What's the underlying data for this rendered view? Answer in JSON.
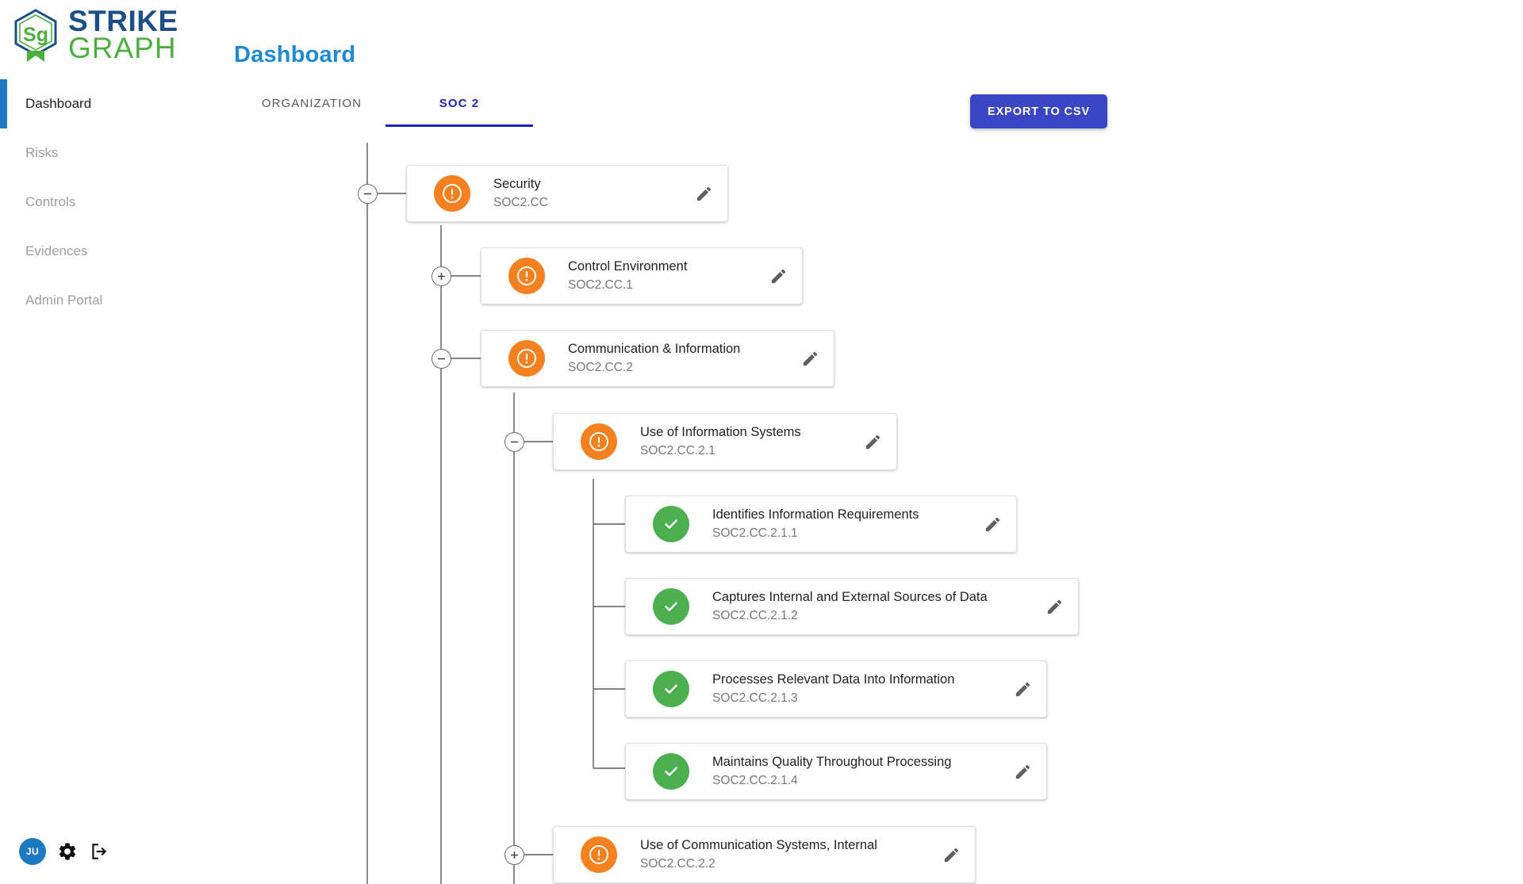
{
  "brand": {
    "name_line1": "STRIKE",
    "name_line2": "GRAPH",
    "monogram": "Sg",
    "color_blue": "#1b4f86",
    "color_green": "#4caf3f"
  },
  "sidebar": {
    "items": [
      {
        "label": "Dashboard",
        "active": true
      },
      {
        "label": "Risks",
        "active": false
      },
      {
        "label": "Controls",
        "active": false
      },
      {
        "label": "Evidences",
        "active": false
      },
      {
        "label": "Admin Portal",
        "active": false
      }
    ],
    "footer": {
      "avatar_initials": "JU",
      "avatar_color": "#1d7ac0",
      "gear_icon": "gear-icon",
      "logout_icon": "logout-icon"
    }
  },
  "header": {
    "title": "Dashboard",
    "title_color": "#1d8ad3",
    "tabs": [
      {
        "label": "ORGANIZATION",
        "active": false
      },
      {
        "label": "SOC 2",
        "active": true
      }
    ],
    "active_tab_color": "#1a25b5",
    "export_button": "EXPORT TO CSV",
    "export_button_color": "#3b46c4"
  },
  "status_colors": {
    "warn": "#f4811f",
    "ok": "#4caf50"
  },
  "tree": {
    "nodes": [
      {
        "title": "Security",
        "code": "SOC2.CC",
        "status": "warn",
        "status_icon": "alert-circle-icon",
        "toggle": "minus",
        "edit_icon": "pencil-icon"
      },
      {
        "title": "Control Environment",
        "code": "SOC2.CC.1",
        "status": "warn",
        "status_icon": "alert-circle-icon",
        "toggle": "plus",
        "edit_icon": "pencil-icon"
      },
      {
        "title": "Communication & Information",
        "code": "SOC2.CC.2",
        "status": "warn",
        "status_icon": "alert-circle-icon",
        "toggle": "minus",
        "edit_icon": "pencil-icon"
      },
      {
        "title": "Use of Information Systems",
        "code": "SOC2.CC.2.1",
        "status": "warn",
        "status_icon": "alert-circle-icon",
        "toggle": "minus",
        "edit_icon": "pencil-icon"
      },
      {
        "title": "Identifies Information Requirements",
        "code": "SOC2.CC.2.1.1",
        "status": "ok",
        "status_icon": "check-circle-icon",
        "toggle": "none",
        "edit_icon": "pencil-icon"
      },
      {
        "title": "Captures Internal and External Sources of Data",
        "code": "SOC2.CC.2.1.2",
        "status": "ok",
        "status_icon": "check-circle-icon",
        "toggle": "none",
        "edit_icon": "pencil-icon"
      },
      {
        "title": "Processes Relevant Data Into Information",
        "code": "SOC2.CC.2.1.3",
        "status": "ok",
        "status_icon": "check-circle-icon",
        "toggle": "none",
        "edit_icon": "pencil-icon"
      },
      {
        "title": "Maintains Quality Throughout Processing",
        "code": "SOC2.CC.2.1.4",
        "status": "ok",
        "status_icon": "check-circle-icon",
        "toggle": "none",
        "edit_icon": "pencil-icon"
      },
      {
        "title": "Use of Communication Systems, Internal",
        "code": "SOC2.CC.2.2",
        "status": "warn",
        "status_icon": "alert-circle-icon",
        "toggle": "plus",
        "edit_icon": "pencil-icon"
      }
    ]
  }
}
